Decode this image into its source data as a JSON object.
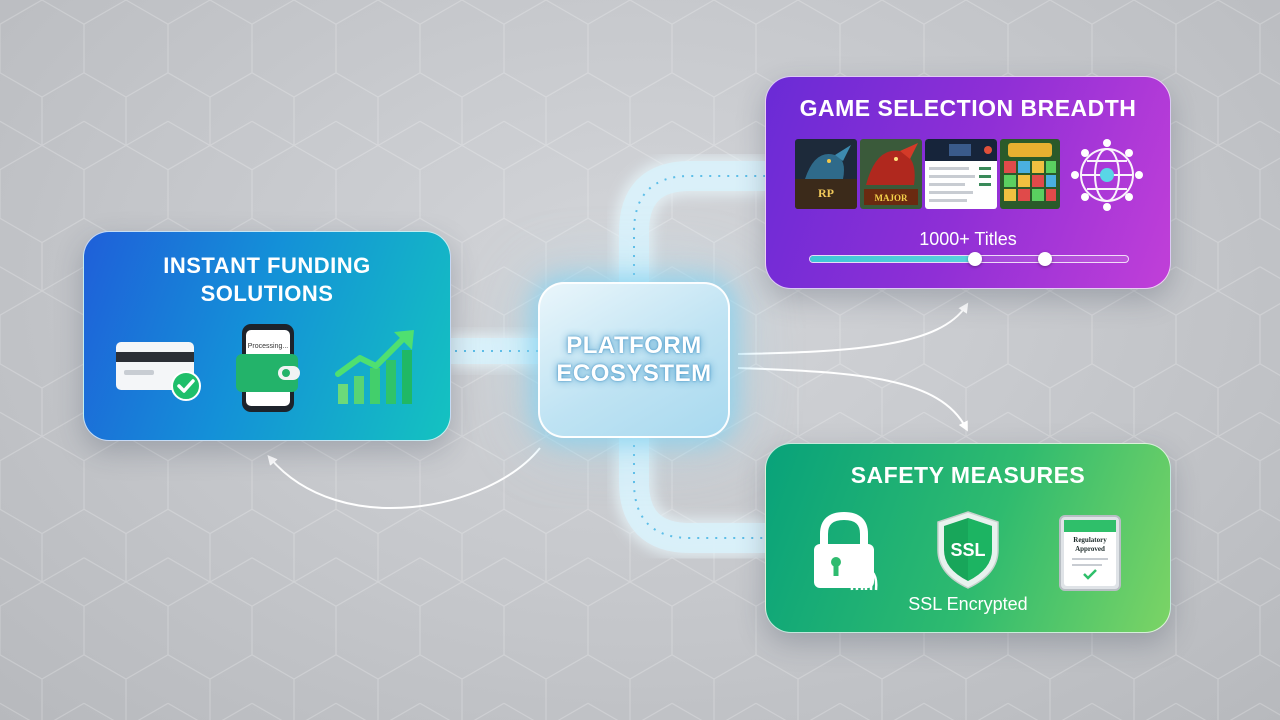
{
  "hub": {
    "label": "PLATFORM\nECOSYSTEM"
  },
  "funding": {
    "title": "INSTANT FUNDING\nSOLUTIONS",
    "phone_screen_text": "Processing...",
    "icons": [
      "credit-card-check-icon",
      "mobile-wallet-icon",
      "growth-chart-icon"
    ]
  },
  "games": {
    "title": "GAME SELECTION BREADTH",
    "thumbnails": [
      {
        "name": "dragon-slot-thumbnail",
        "text": "RP"
      },
      {
        "name": "red-dragon-slot-thumbnail",
        "text": "MAJOR"
      },
      {
        "name": "sports-betting-thumbnail",
        "text": ""
      },
      {
        "name": "gem-slot-thumbnail",
        "text": ""
      }
    ],
    "network_icon": "network-globe-icon",
    "titles_label": "1000+ Titles",
    "slider": {
      "fill_fraction": 0.52,
      "knobs": [
        0.52,
        0.74
      ]
    }
  },
  "safety": {
    "title": "SAFETY MEASURES",
    "ssl_badge_text": "SSL",
    "ssl_label": "SSL Encrypted",
    "certificate_text": "Regulatory\nApproved",
    "icons": [
      "padlock-fingerprint-icon",
      "ssl-shield-icon",
      "regulatory-certificate-icon"
    ]
  },
  "colors": {
    "funding_gradient": [
      "#1f5fd9",
      "#14c3c0"
    ],
    "games_gradient": [
      "#6a2bd6",
      "#c13fd8"
    ],
    "safety_gradient": [
      "#08a27a",
      "#7cd465"
    ],
    "connector_glow": "#bfeaf8"
  }
}
